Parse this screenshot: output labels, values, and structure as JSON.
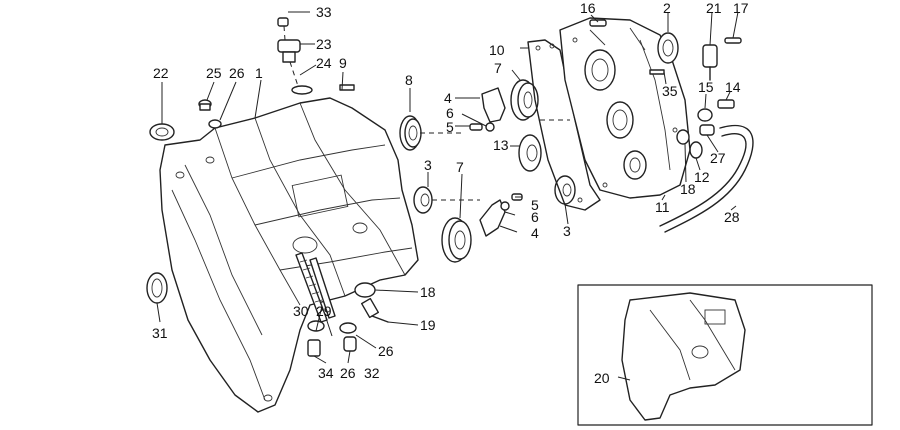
{
  "diagram": {
    "part_numbers": {
      "p1": "1",
      "p2": "2",
      "p3a": "3",
      "p3b": "3",
      "p4a": "4",
      "p4b": "4",
      "p5a": "5",
      "p5b": "5",
      "p6a": "6",
      "p6b": "6",
      "p7a": "7",
      "p7b": "7",
      "p8": "8",
      "p9": "9",
      "p10": "10",
      "p11": "11",
      "p12": "12",
      "p13": "13",
      "p14": "14",
      "p15": "15",
      "p16": "16",
      "p17": "17",
      "p18a": "18",
      "p18b": "18",
      "p19": "19",
      "p20": "20",
      "p21": "21",
      "p22": "22",
      "p23": "23",
      "p24": "24",
      "p25": "25",
      "p26a": "26",
      "p26b": "26",
      "p26c": "26",
      "p27": "27",
      "p28": "28",
      "p29": "29",
      "p30": "30",
      "p31": "31",
      "p32": "32",
      "p33": "33",
      "p34": "34",
      "p35": "35"
    }
  }
}
